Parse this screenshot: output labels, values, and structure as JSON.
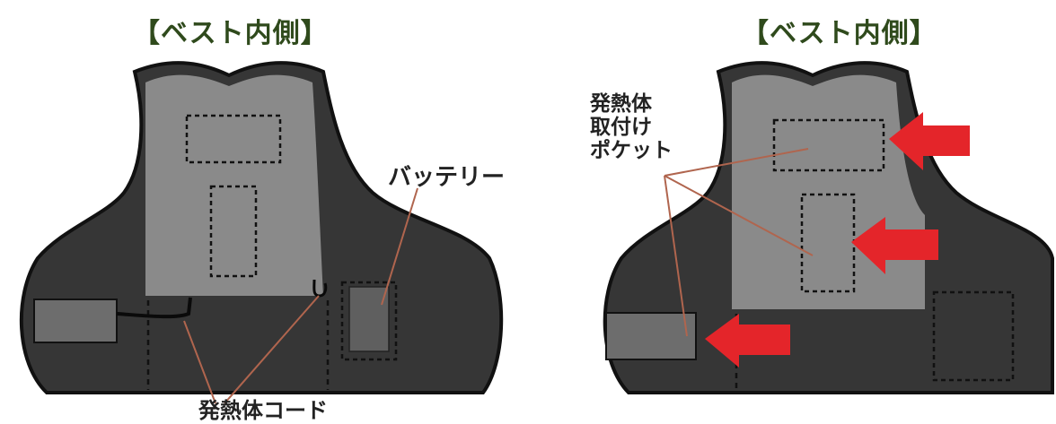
{
  "left_panel": {
    "title": "【ベスト内側】",
    "battery_label": "バッテリー",
    "cord_label": "発熱体コード"
  },
  "right_panel": {
    "title": "【ベスト内側】",
    "pocket_label_lines": [
      "発熱体",
      "取付け",
      "ポケット"
    ]
  },
  "colors": {
    "title_green": "#2f4a1c",
    "vest_outer": "#363636",
    "vest_inner": "#8a8a8a",
    "pad": "#6d6d6d",
    "leader_line": "#b0654e",
    "arrow_red": "#e4252a"
  }
}
